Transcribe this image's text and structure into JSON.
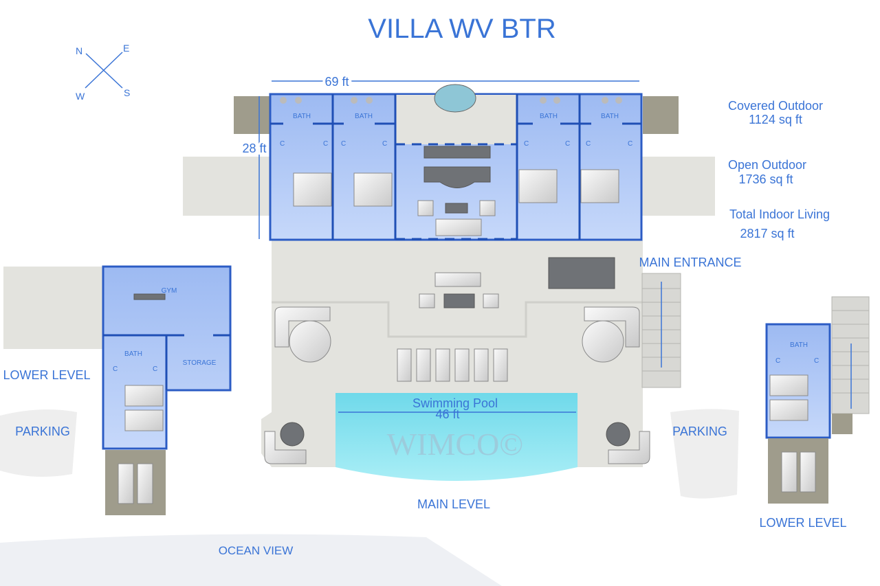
{
  "title": "VILLA WV BTR",
  "compass": {
    "n": "N",
    "e": "E",
    "s": "S",
    "w": "W"
  },
  "dimensions": {
    "width": "69 ft",
    "depth": "28 ft",
    "pool": "46 ft"
  },
  "stats": [
    {
      "label": "Covered Outdoor",
      "value": "1124 sq ft"
    },
    {
      "label": "Open Outdoor",
      "value": "1736 sq ft"
    },
    {
      "label": "Total Indoor Living",
      "value": "2817 sq ft"
    }
  ],
  "rooms": {
    "bath": "BATH",
    "closet": "C",
    "gym": "GYM",
    "storage": "STORAGE"
  },
  "areas": {
    "main_entrance": "MAIN ENTRANCE",
    "swimming_pool": "Swimming Pool",
    "main_level": "MAIN LEVEL",
    "lower_level_left": "LOWER LEVEL",
    "lower_level_right": "LOWER LEVEL",
    "parking_left": "PARKING",
    "parking_right": "PARKING",
    "ocean_view": "OCEAN VIEW"
  },
  "watermark": "WIMCO©",
  "colors": {
    "title": "#3a74d6",
    "room": "#a9c4f4",
    "wall": "#1f4fb5",
    "pool": "#7fe0ef",
    "deck": "#e3e3de"
  }
}
